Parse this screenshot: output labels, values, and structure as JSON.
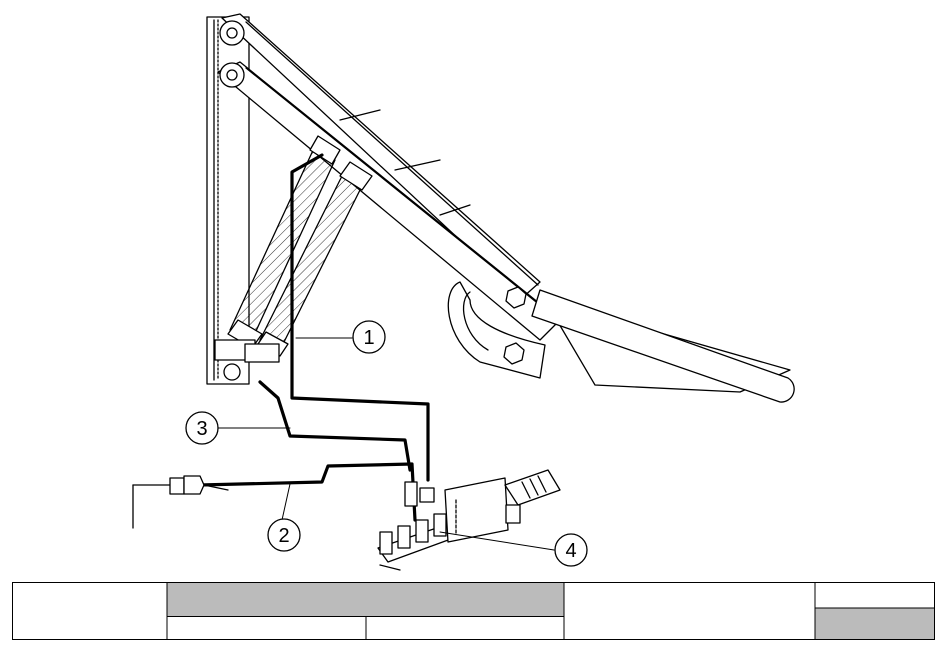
{
  "diagram": {
    "callouts": [
      {
        "id": "1",
        "label": "1"
      },
      {
        "id": "2",
        "label": "2"
      },
      {
        "id": "3",
        "label": "3"
      },
      {
        "id": "4",
        "label": "4"
      }
    ]
  },
  "title_block": {
    "rows": 2,
    "shaded_color": "#bbbbbb",
    "line_color": "#000000"
  }
}
